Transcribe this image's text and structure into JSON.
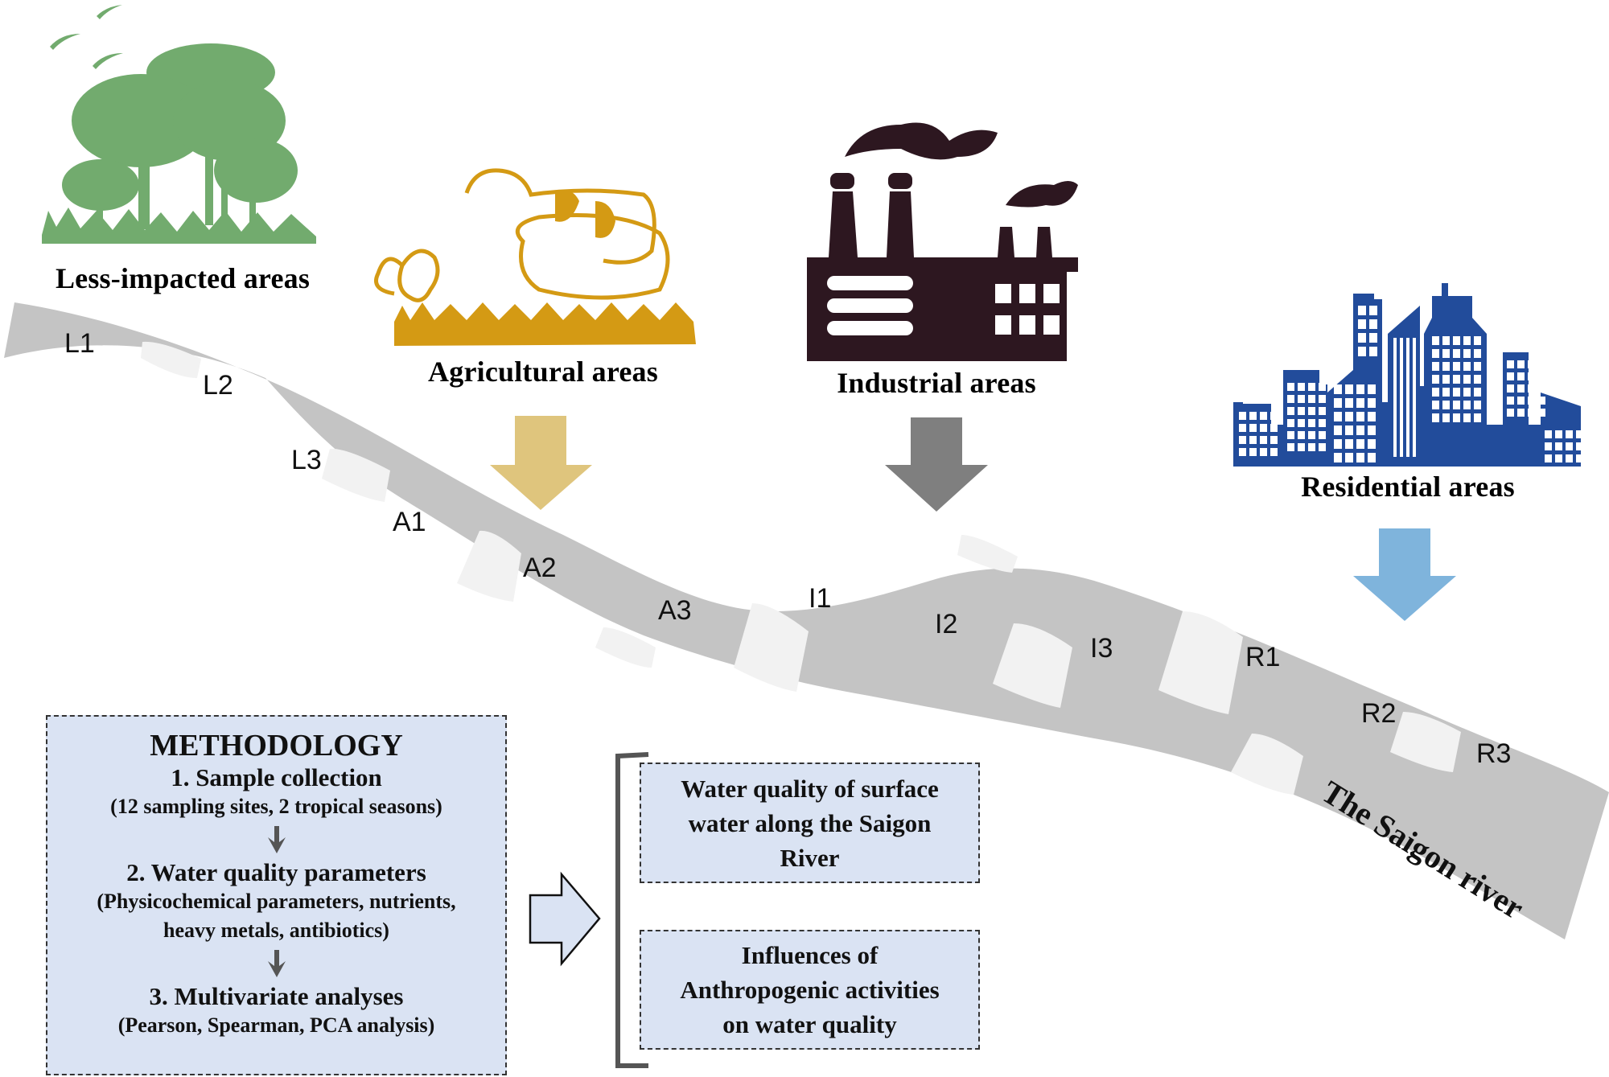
{
  "areas": [
    {
      "key": "less_impacted",
      "label": "Less-impacted areas",
      "icon": "forest-with-birds-icon",
      "color": "#72ab6e"
    },
    {
      "key": "agricultural",
      "label": "Agricultural areas",
      "icon": "farm-animals-icon",
      "color": "#d49a14",
      "arrow_color": "#dfc57d"
    },
    {
      "key": "industrial",
      "label": "Industrial areas",
      "icon": "factory-icon",
      "color": "#2d1720",
      "arrow_color": "#7f7f7f"
    },
    {
      "key": "residential",
      "label": "Residential areas",
      "icon": "city-buildings-icon",
      "color": "#224c9b",
      "arrow_color": "#7fb4dc"
    }
  ],
  "river": {
    "name": "The Saigon river",
    "color": "#c4c4c4",
    "sites": [
      "L1",
      "L2",
      "L3",
      "A1",
      "A2",
      "A3",
      "I1",
      "I2",
      "I3",
      "R1",
      "R2",
      "R3"
    ]
  },
  "methodology": {
    "title": "METHODOLOGY",
    "steps": [
      {
        "label": "1. Sample collection",
        "detail": "(12 sampling sites, 2 tropical seasons)"
      },
      {
        "label": "2. Water quality parameters",
        "detail_lines": [
          "(Physicochemical parameters, nutrients,",
          "heavy metals, antibiotics)"
        ]
      },
      {
        "label": "3. Multivariate analyses",
        "detail": "(Pearson, Spearman, PCA analysis)"
      }
    ],
    "fill_color": "#dae3f3"
  },
  "outcomes": [
    {
      "lines": [
        "Water quality of surface",
        "water along the Saigon",
        "River"
      ]
    },
    {
      "lines": [
        "Influences of",
        "Anthropogenic activities",
        "on water quality"
      ]
    }
  ]
}
